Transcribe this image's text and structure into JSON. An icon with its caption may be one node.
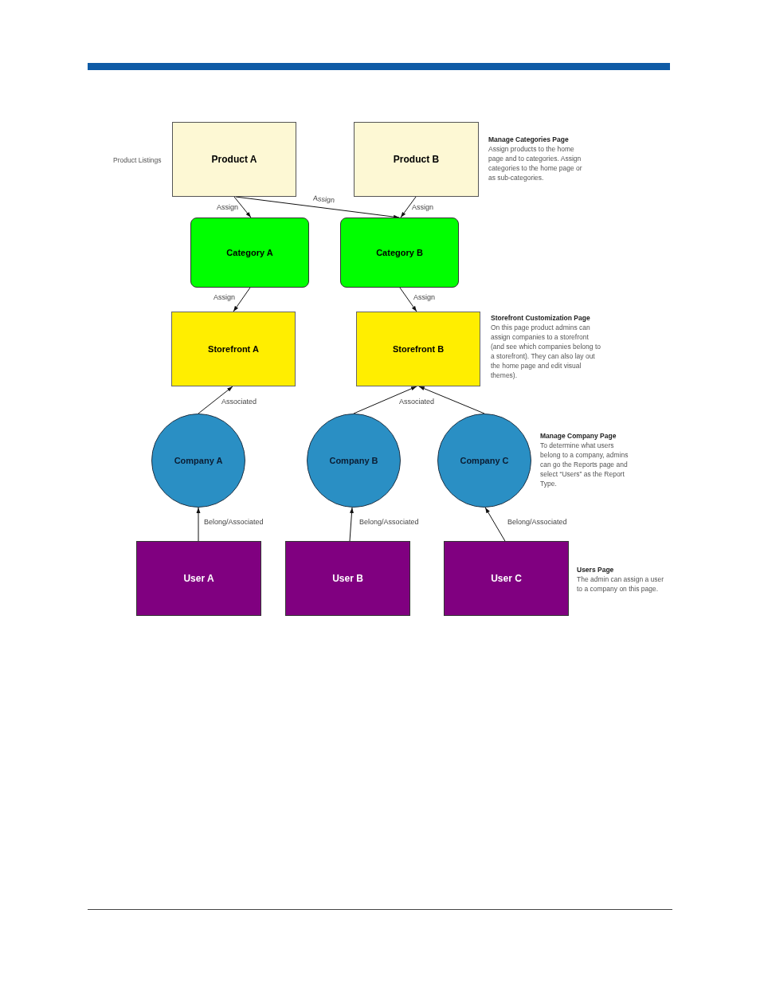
{
  "diagram": {
    "nodes": [
      {
        "text": [
          "Product A"
        ]
      },
      {
        "text": [
          "Product B"
        ]
      },
      {
        "text": [
          "Category A"
        ]
      },
      {
        "text": [
          "Category B"
        ]
      },
      {
        "text": [
          "Storefront A"
        ]
      },
      {
        "text": [
          "Storefront B"
        ]
      },
      {
        "text": [
          "Company A"
        ]
      },
      {
        "text": [
          "Company B"
        ]
      },
      {
        "text": [
          "Company C"
        ]
      },
      {
        "text": [
          "User A"
        ]
      },
      {
        "text": [
          "User B"
        ]
      },
      {
        "text": [
          "User C"
        ]
      }
    ],
    "edges": [
      {
        "from": 0,
        "to": 2,
        "arrow": "to",
        "label": "Assign"
      },
      {
        "from": 0,
        "to": 3,
        "arrow": "to",
        "label": "Assign"
      },
      {
        "from": 1,
        "to": 3,
        "arrow": "to",
        "label": "Assign"
      },
      {
        "from": 2,
        "to": 4,
        "arrow": "to",
        "label": "Assign"
      },
      {
        "from": 3,
        "to": 5,
        "arrow": "to",
        "label": "Assign"
      },
      {
        "from": 6,
        "to": 4,
        "arrow": "to",
        "label": "Associated"
      },
      {
        "from": 7,
        "to": 5,
        "arrow": "to",
        "label": "Associated"
      },
      {
        "from": 8,
        "to": 5,
        "arrow": "to"
      },
      {
        "from": 9,
        "to": 6,
        "arrow": "to",
        "label": "Belong/Associated"
      },
      {
        "from": 10,
        "to": 7,
        "arrow": "to",
        "label": "Belong/Associated"
      },
      {
        "from": 11,
        "to": 8,
        "arrow": "to",
        "label": "Belong/Associated"
      }
    ],
    "labels": [
      "Product Listings",
      "Manage Categories Page",
      "Assign products to the home page and to categories. Assign categories to the home page or as sub-categories.",
      "Storefront Customization Page",
      "On this page product admins can assign companies to a storefront (and see which companies belong to a storefront). They can also lay out the home page and edit visual themes).",
      "Manage Company Page",
      "To determine what users belong to a company, admins can go the Reports page and select “Users” as the Report Type.",
      "Users Page",
      "The admin can assign a user to a company on this page."
    ]
  }
}
